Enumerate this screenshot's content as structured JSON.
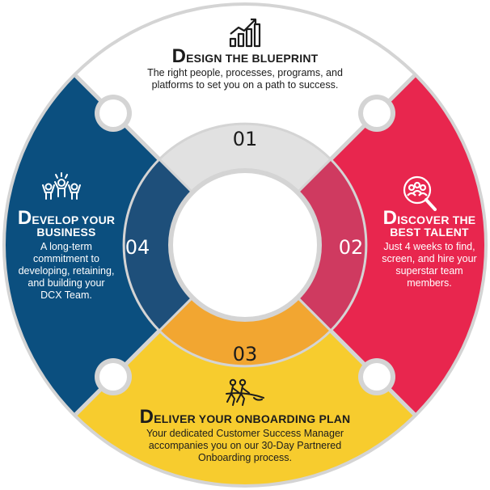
{
  "colors": {
    "segment_top": "#ffffff",
    "segment_right": "#e8264e",
    "segment_bottom": "#f7cc2e",
    "segment_left": "#0b4f7f",
    "inner_top": "#e1e1e1",
    "inner_right": "#cf3a60",
    "inner_bottom": "#f2a631",
    "inner_left": "#1e4f7a",
    "border": "#d4d4d4"
  },
  "steps": [
    {
      "number": "01",
      "icon": "growth-chart-icon",
      "title_cap": "D",
      "title_rest": "esign the blueprint",
      "description": "The right people, processes, programs, and platforms to set you on a path to success."
    },
    {
      "number": "02",
      "icon": "talent-search-icon",
      "title_cap": "D",
      "title_rest": "iscover the best talent",
      "description": "Just 4 weeks to find, screen, and hire your superstar team members."
    },
    {
      "number": "03",
      "icon": "tug-of-war-icon",
      "title_cap": "D",
      "title_rest": "eliver your onboarding plan",
      "description": "Your dedicated Customer Success Manager accompanies you on our 30-Day Partnered Onboarding process."
    },
    {
      "number": "04",
      "icon": "team-celebration-icon",
      "title_cap": "D",
      "title_rest": "evelop your business",
      "description": "A long-term commitment to developing, retaining, and building your DCX Team."
    }
  ]
}
